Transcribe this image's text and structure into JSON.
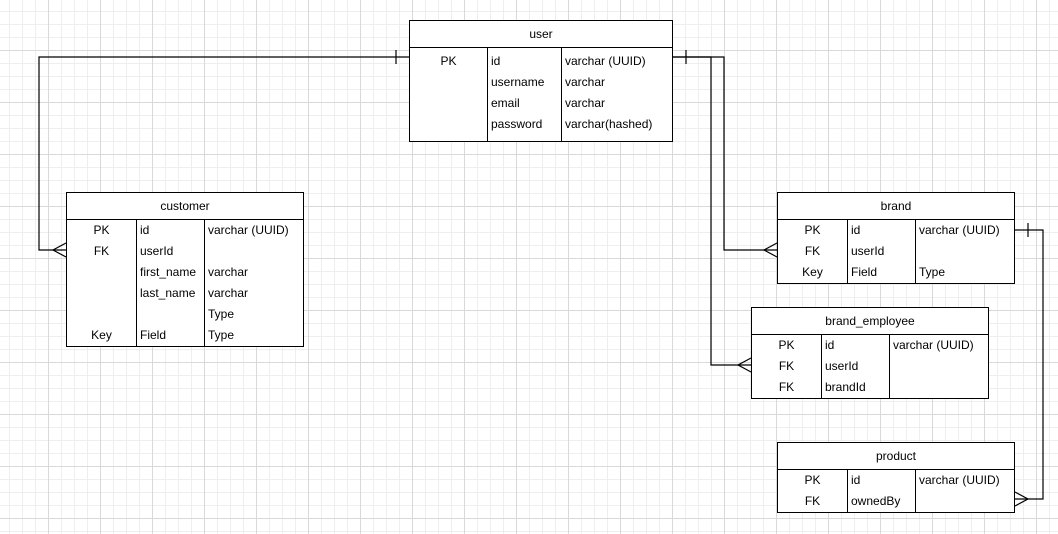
{
  "entities": {
    "user": {
      "title": "user",
      "rows": [
        {
          "key": "PK",
          "name": "id",
          "type": "varchar (UUID)"
        },
        {
          "key": "",
          "name": "username",
          "type": "varchar"
        },
        {
          "key": "",
          "name": "email",
          "type": "varchar"
        },
        {
          "key": "",
          "name": "password",
          "type": "varchar(hashed)"
        }
      ]
    },
    "customer": {
      "title": "customer",
      "rows": [
        {
          "key": "PK",
          "name": "id",
          "type": "varchar (UUID)"
        },
        {
          "key": "FK",
          "name": "userId",
          "type": ""
        },
        {
          "key": "",
          "name": "first_name",
          "type": "varchar"
        },
        {
          "key": "",
          "name": "last_name",
          "type": "varchar"
        },
        {
          "key": "",
          "name": "",
          "type": "Type"
        },
        {
          "key": "Key",
          "name": "Field",
          "type": "Type"
        }
      ]
    },
    "brand": {
      "title": "brand",
      "rows": [
        {
          "key": "PK",
          "name": "id",
          "type": "varchar (UUID)"
        },
        {
          "key": "FK",
          "name": "userId",
          "type": ""
        },
        {
          "key": "Key",
          "name": "Field",
          "type": "Type"
        }
      ]
    },
    "brand_employee": {
      "title": "brand_employee",
      "rows": [
        {
          "key": "PK",
          "name": "id",
          "type": "varchar (UUID)"
        },
        {
          "key": "FK",
          "name": "userId",
          "type": ""
        },
        {
          "key": "FK",
          "name": "brandId",
          "type": ""
        }
      ]
    },
    "product": {
      "title": "product",
      "rows": [
        {
          "key": "PK",
          "name": "id",
          "type": "varchar (UUID)"
        },
        {
          "key": "FK",
          "name": "ownedBy",
          "type": ""
        }
      ]
    }
  },
  "relationships": [
    {
      "from": "user",
      "to": "customer",
      "from_end": "one",
      "to_end": "many"
    },
    {
      "from": "user",
      "to": "brand",
      "from_end": "one",
      "to_end": "many"
    },
    {
      "from": "user",
      "to": "brand_employee",
      "from_end": "one",
      "to_end": "many"
    },
    {
      "from": "brand",
      "to": "product",
      "from_end": "one",
      "to_end": "many"
    }
  ],
  "colors": {
    "line": "#000000",
    "grid_major": "#d9d9d9",
    "grid_minor": "#eeeeee",
    "background": "#ffffff"
  }
}
